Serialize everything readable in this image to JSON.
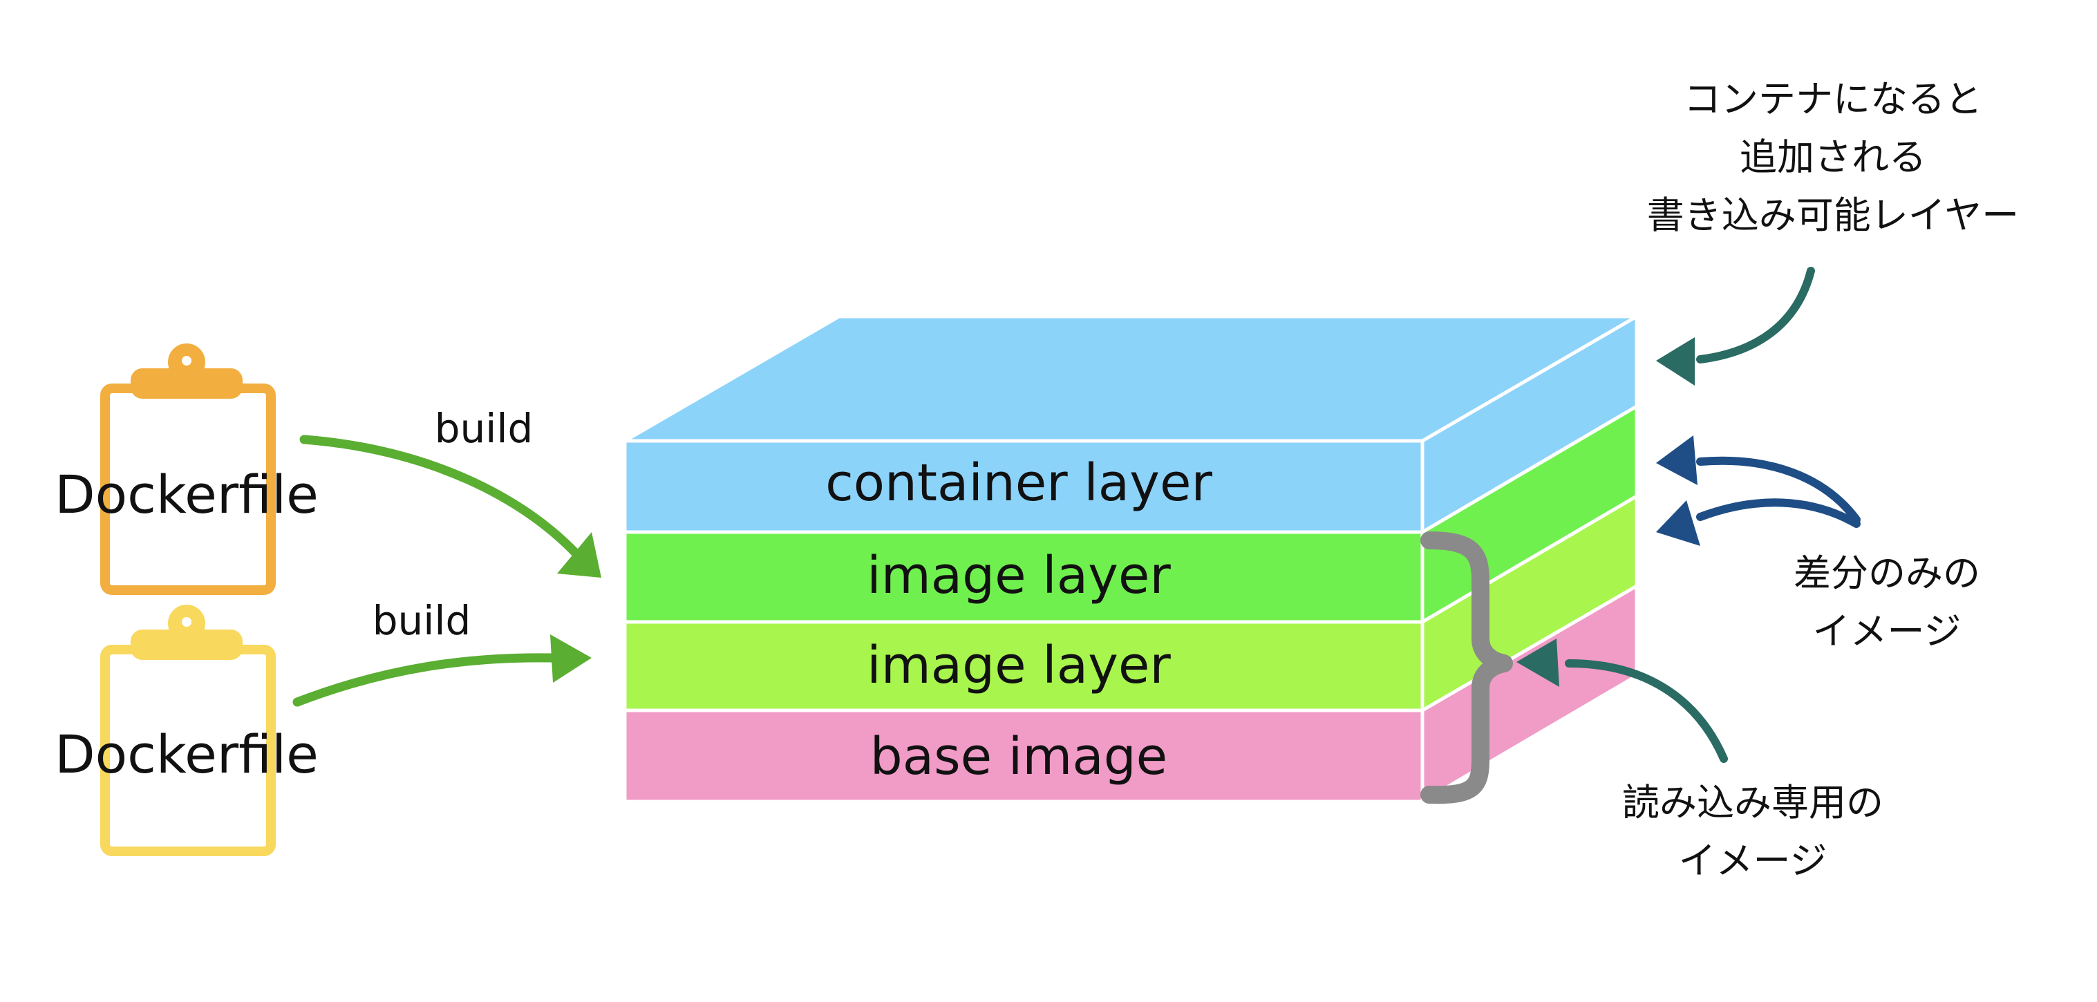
{
  "dockerfiles": [
    {
      "label": "Dockerfile",
      "color": "#F2AE3F"
    },
    {
      "label": "Dockerfile",
      "color": "#F9D85E"
    }
  ],
  "build_arrows": [
    {
      "label": "build"
    },
    {
      "label": "build"
    }
  ],
  "layers": {
    "container": {
      "label": "container layer",
      "color": "#8CD3FA"
    },
    "image_top": {
      "label": "image layer",
      "color": "#70F04E"
    },
    "image_bottom": {
      "label": "image layer",
      "color": "#A8F54D"
    },
    "base": {
      "label": "base image",
      "color": "#F19BC7"
    }
  },
  "annotations": {
    "writable": [
      "コンテナになると",
      "追加される",
      "書き込み可能レイヤー"
    ],
    "diff": [
      "差分のみの",
      "イメージ"
    ],
    "readonly": [
      "読み込み専用の",
      "イメージ"
    ]
  },
  "colors": {
    "build_arrow": "#5AAE32",
    "writable_arrow": "#2A6B63",
    "diff_arrow": "#1F4E86",
    "readonly_arrow": "#2A6B63",
    "brace": "#8A8A8A"
  }
}
